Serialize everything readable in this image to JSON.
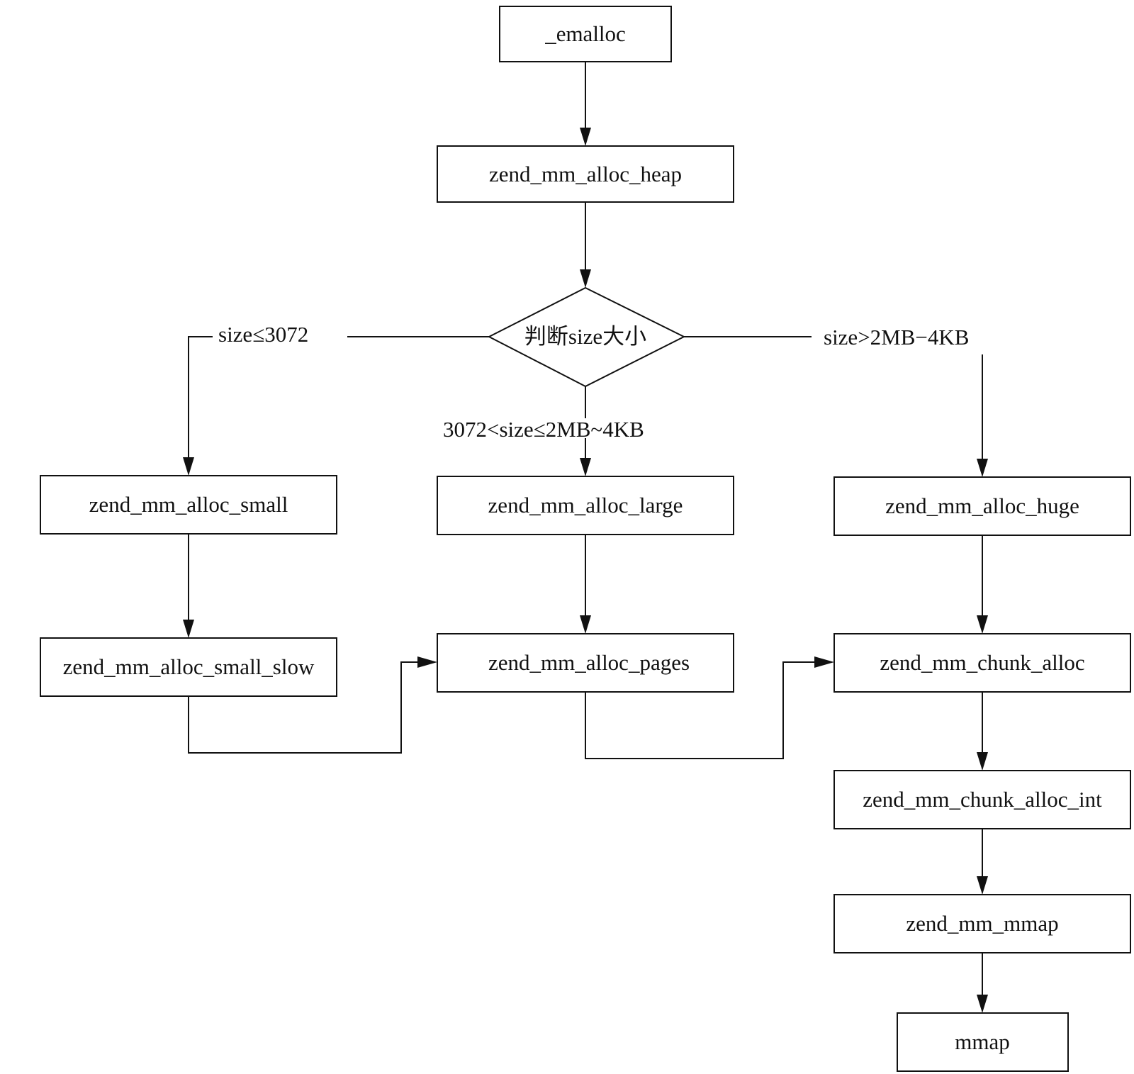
{
  "nodes": {
    "emalloc": "_emalloc",
    "alloc_heap": "zend_mm_alloc_heap",
    "decision": "判断size大小",
    "alloc_small": "zend_mm_alloc_small",
    "alloc_large": "zend_mm_alloc_large",
    "alloc_huge": "zend_mm_alloc_huge",
    "alloc_small_slow": "zend_mm_alloc_small_slow",
    "alloc_pages": "zend_mm_alloc_pages",
    "chunk_alloc": "zend_mm_chunk_alloc",
    "chunk_alloc_int": "zend_mm_chunk_alloc_int",
    "mm_mmap": "zend_mm_mmap",
    "mmap": "mmap"
  },
  "edge_labels": {
    "small_condition": "size≤3072",
    "large_condition": "3072<size≤2MB~4KB",
    "huge_condition": "size>2MB−4KB"
  }
}
